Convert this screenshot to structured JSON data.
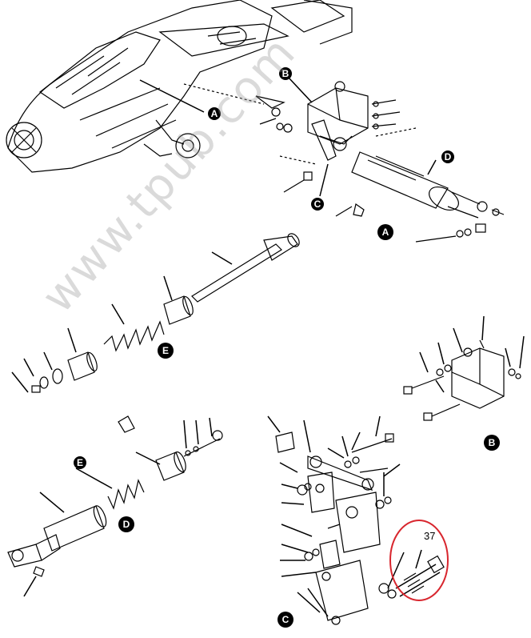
{
  "watermark": "www.tpub.com",
  "callouts": {
    "A": "A",
    "B": "B",
    "C": "C",
    "D": "D",
    "E": "E"
  },
  "highlight": {
    "number": "37",
    "color": "#d8262e"
  },
  "ink_color": "#000000"
}
